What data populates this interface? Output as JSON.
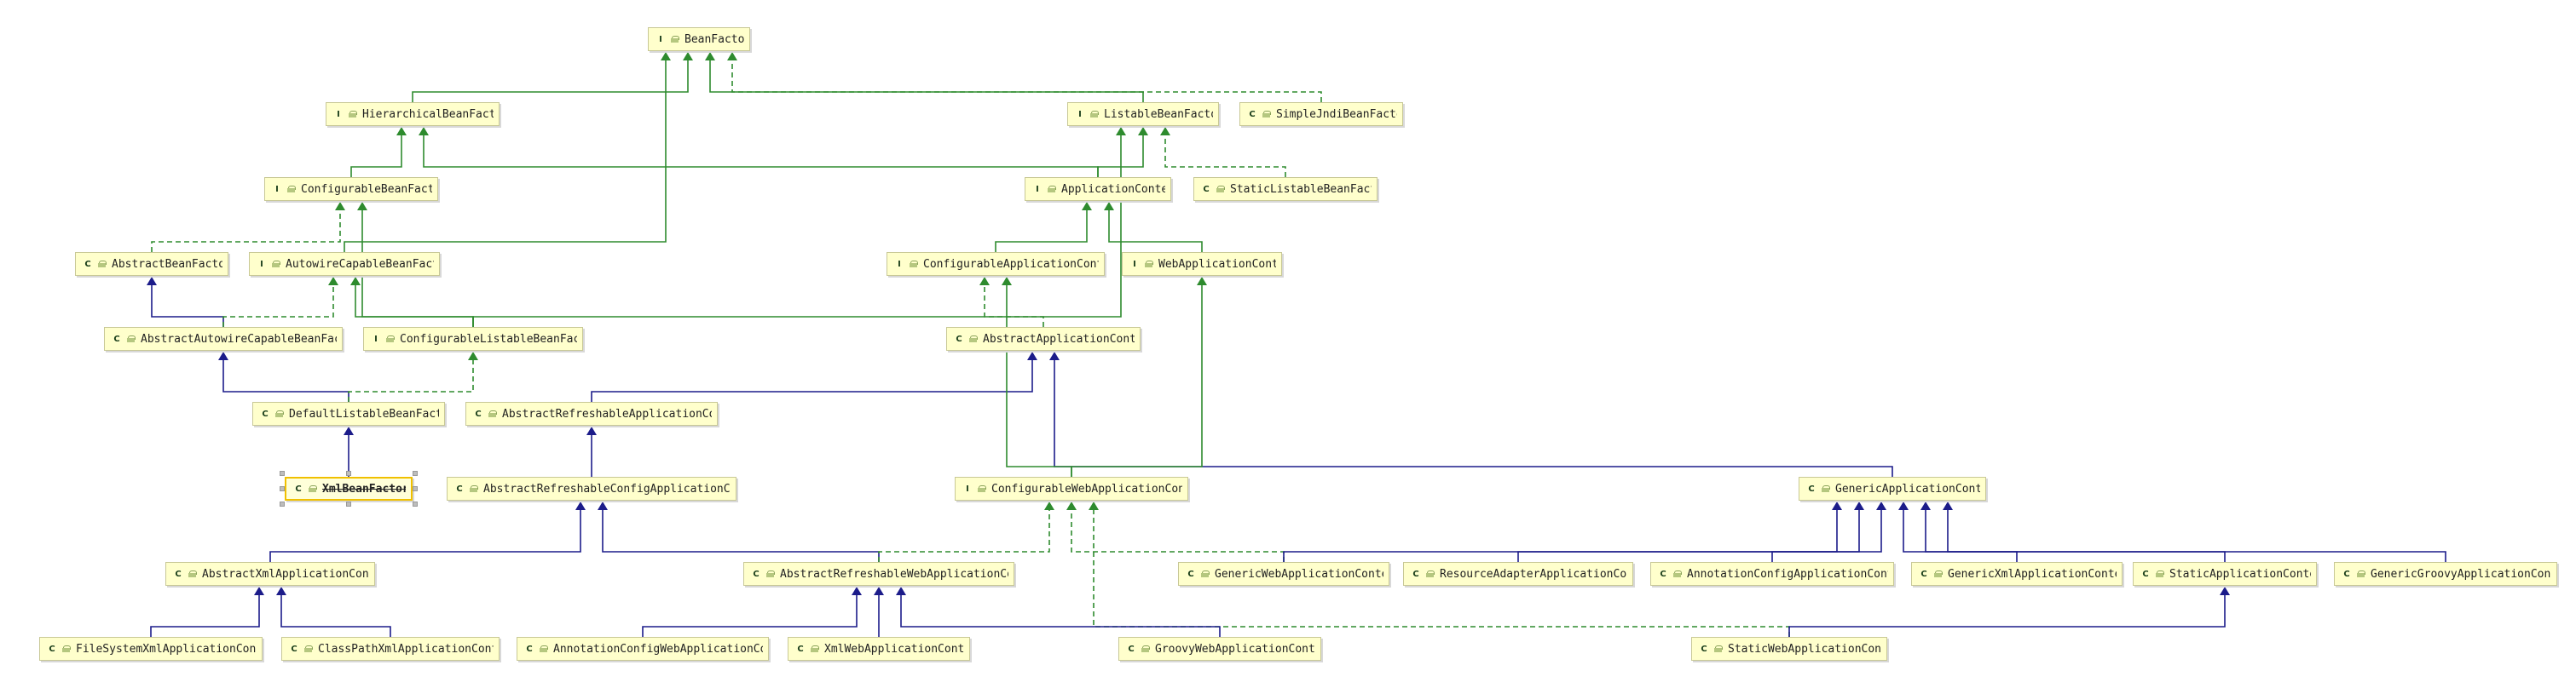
{
  "colors": {
    "implements_edge": "#2e8b2e",
    "extends_edge": "#1c1c8a",
    "interface_badge": "#9ed07a",
    "class_badge": "#7fcfe6",
    "node_fill": "#ffffcc",
    "selected_border": "#f0c000"
  },
  "badges": {
    "interface": "I",
    "class": "C"
  },
  "nodes": [
    {
      "id": "beanfactory",
      "kind": "interface",
      "label": "BeanFactory"
    },
    {
      "id": "hierarchicalbeanfactory",
      "kind": "interface",
      "label": "HierarchicalBeanFactor"
    },
    {
      "id": "listablebeanfactory",
      "kind": "interface",
      "label": "ListableBeanFactory"
    },
    {
      "id": "simplejndibeanfactory",
      "kind": "class",
      "label": "SimpleJndiBeanFactor"
    },
    {
      "id": "configurablebeanfactory",
      "kind": "interface",
      "label": "ConfigurableBeanFactor"
    },
    {
      "id": "applicationcontext",
      "kind": "interface",
      "label": "ApplicationContext"
    },
    {
      "id": "staticlistablebeanfactory",
      "kind": "class",
      "label": "StaticListableBeanFactor"
    },
    {
      "id": "abstractbeanfactory",
      "kind": "class",
      "label": "AbstractBeanFactory"
    },
    {
      "id": "autowirecapablebeanfactory",
      "kind": "interface",
      "label": "AutowireCapableBeanFactor"
    },
    {
      "id": "configurableapplicationcontext",
      "kind": "interface",
      "label": "ConfigurableApplicationContex"
    },
    {
      "id": "webapplicationcontext",
      "kind": "interface",
      "label": "WebApplicationContex"
    },
    {
      "id": "abstractautowirecapablebeanfactory",
      "kind": "class",
      "label": "AbstractAutowireCapableBeanFactor"
    },
    {
      "id": "configurablelistablebeanfactory",
      "kind": "interface",
      "label": "ConfigurableListableBeanFactor"
    },
    {
      "id": "abstractapplicationcontext",
      "kind": "class",
      "label": "AbstractApplicationContex"
    },
    {
      "id": "defaultlistablebeanfactory",
      "kind": "class",
      "label": "DefaultListableBeanFactor"
    },
    {
      "id": "abstractrefreshableapplicationcontext",
      "kind": "class",
      "label": "AbstractRefreshableApplicationContex"
    },
    {
      "id": "xmlbeanfactory",
      "kind": "class",
      "label": "XmlBeanFactory",
      "deprecated": true,
      "selected": true
    },
    {
      "id": "abstractrefreshableconfigapplicationcontext",
      "kind": "class",
      "label": "AbstractRefreshableConfigApplicationConte"
    },
    {
      "id": "configurablewebapplicationcontext",
      "kind": "interface",
      "label": "ConfigurableWebApplicationContex"
    },
    {
      "id": "genericapplicationcontext",
      "kind": "class",
      "label": "GenericApplicationContex"
    },
    {
      "id": "abstractxmlapplicationcontext",
      "kind": "class",
      "label": "AbstractXmlApplicationContex"
    },
    {
      "id": "abstractrefreshablewebapplicationcontext",
      "kind": "class",
      "label": "AbstractRefreshableWebApplicationContex"
    },
    {
      "id": "genericwebapplicationcontext",
      "kind": "class",
      "label": "GenericWebApplicationContex"
    },
    {
      "id": "resourceadapterapplicationcontext",
      "kind": "class",
      "label": "ResourceAdapterApplicationContex"
    },
    {
      "id": "annotationconfigapplicationcontext",
      "kind": "class",
      "label": "AnnotationConfigApplicationContex"
    },
    {
      "id": "genericxmlapplicationcontext",
      "kind": "class",
      "label": "GenericXmlApplicationContex"
    },
    {
      "id": "staticapplicationcontext",
      "kind": "class",
      "label": "StaticApplicationContex"
    },
    {
      "id": "genericgroovyapplicationcontext",
      "kind": "class",
      "label": "GenericGroovyApplicationContex"
    },
    {
      "id": "filesystemxmlapplicationcontext",
      "kind": "class",
      "label": "FileSystemXmlApplicationContex"
    },
    {
      "id": "classpathxmlapplicationcontext",
      "kind": "class",
      "label": "ClassPathXmlApplicationContex"
    },
    {
      "id": "annotationconfigwebapplicationcontext",
      "kind": "class",
      "label": "AnnotationConfigWebApplicationContex"
    },
    {
      "id": "xmlwebapplicationcontext",
      "kind": "class",
      "label": "XmlWebApplicationContex"
    },
    {
      "id": "groovywebapplicationcontext",
      "kind": "class",
      "label": "GroovyWebApplicationContex"
    },
    {
      "id": "staticwebapplicationcontext",
      "kind": "class",
      "label": "StaticWebApplicationContex"
    }
  ],
  "edges": [
    {
      "from": "hierarchicalbeanfactory",
      "to": "beanfactory",
      "type": "extends-interface"
    },
    {
      "from": "listablebeanfactory",
      "to": "beanfactory",
      "type": "extends-interface"
    },
    {
      "from": "simplejndibeanfactory",
      "to": "beanfactory",
      "type": "implements"
    },
    {
      "from": "autowirecapablebeanfactory",
      "to": "beanfactory",
      "type": "extends-interface"
    },
    {
      "from": "configurablebeanfactory",
      "to": "hierarchicalbeanfactory",
      "type": "extends-interface"
    },
    {
      "from": "applicationcontext",
      "to": "hierarchicalbeanfactory",
      "type": "extends-interface"
    },
    {
      "from": "applicationcontext",
      "to": "listablebeanfactory",
      "type": "extends-interface"
    },
    {
      "from": "staticlistablebeanfactory",
      "to": "listablebeanfactory",
      "type": "implements"
    },
    {
      "from": "configurablelistablebeanfactory",
      "to": "listablebeanfactory",
      "type": "extends-interface"
    },
    {
      "from": "abstractbeanfactory",
      "to": "configurablebeanfactory",
      "type": "implements"
    },
    {
      "from": "configurablelistablebeanfactory",
      "to": "configurablebeanfactory",
      "type": "extends-interface"
    },
    {
      "from": "configurableapplicationcontext",
      "to": "applicationcontext",
      "type": "extends-interface"
    },
    {
      "from": "webapplicationcontext",
      "to": "applicationcontext",
      "type": "extends-interface"
    },
    {
      "from": "abstractautowirecapablebeanfactory",
      "to": "abstractbeanfactory",
      "type": "extends"
    },
    {
      "from": "abstractautowirecapablebeanfactory",
      "to": "autowirecapablebeanfactory",
      "type": "implements"
    },
    {
      "from": "configurablelistablebeanfactory",
      "to": "autowirecapablebeanfactory",
      "type": "extends-interface"
    },
    {
      "from": "abstractapplicationcontext",
      "to": "configurableapplicationcontext",
      "type": "implements"
    },
    {
      "from": "defaultlistablebeanfactory",
      "to": "abstractautowirecapablebeanfactory",
      "type": "extends"
    },
    {
      "from": "defaultlistablebeanfactory",
      "to": "configurablelistablebeanfactory",
      "type": "implements"
    },
    {
      "from": "abstractrefreshableapplicationcontext",
      "to": "abstractapplicationcontext",
      "type": "extends"
    },
    {
      "from": "genericapplicationcontext",
      "to": "abstractapplicationcontext",
      "type": "extends"
    },
    {
      "from": "xmlbeanfactory",
      "to": "defaultlistablebeanfactory",
      "type": "extends"
    },
    {
      "from": "abstractrefreshableconfigapplicationcontext",
      "to": "abstractrefreshableapplicationcontext",
      "type": "extends"
    },
    {
      "from": "configurablewebapplicationcontext",
      "to": "configurableapplicationcontext",
      "type": "extends-interface"
    },
    {
      "from": "configurablewebapplicationcontext",
      "to": "webapplicationcontext",
      "type": "extends-interface"
    },
    {
      "from": "abstractxmlapplicationcontext",
      "to": "abstractrefreshableconfigapplicationcontext",
      "type": "extends"
    },
    {
      "from": "abstractrefreshablewebapplicationcontext",
      "to": "abstractrefreshableconfigapplicationcontext",
      "type": "extends"
    },
    {
      "from": "abstractrefreshablewebapplicationcontext",
      "to": "configurablewebapplicationcontext",
      "type": "implements"
    },
    {
      "from": "genericwebapplicationcontext",
      "to": "configurablewebapplicationcontext",
      "type": "implements"
    },
    {
      "from": "staticwebapplicationcontext",
      "to": "configurablewebapplicationcontext",
      "type": "implements"
    },
    {
      "from": "genericwebapplicationcontext",
      "to": "genericapplicationcontext",
      "type": "extends"
    },
    {
      "from": "resourceadapterapplicationcontext",
      "to": "genericapplicationcontext",
      "type": "extends"
    },
    {
      "from": "annotationconfigapplicationcontext",
      "to": "genericapplicationcontext",
      "type": "extends"
    },
    {
      "from": "genericxmlapplicationcontext",
      "to": "genericapplicationcontext",
      "type": "extends"
    },
    {
      "from": "staticapplicationcontext",
      "to": "genericapplicationcontext",
      "type": "extends"
    },
    {
      "from": "genericgroovyapplicationcontext",
      "to": "genericapplicationcontext",
      "type": "extends"
    },
    {
      "from": "filesystemxmlapplicationcontext",
      "to": "abstractxmlapplicationcontext",
      "type": "extends"
    },
    {
      "from": "classpathxmlapplicationcontext",
      "to": "abstractxmlapplicationcontext",
      "type": "extends"
    },
    {
      "from": "annotationconfigwebapplicationcontext",
      "to": "abstractrefreshablewebapplicationcontext",
      "type": "extends"
    },
    {
      "from": "xmlwebapplicationcontext",
      "to": "abstractrefreshablewebapplicationcontext",
      "type": "extends"
    },
    {
      "from": "groovywebapplicationcontext",
      "to": "abstractrefreshablewebapplicationcontext",
      "type": "extends"
    },
    {
      "from": "staticwebapplicationcontext",
      "to": "staticapplicationcontext",
      "type": "extends"
    }
  ]
}
